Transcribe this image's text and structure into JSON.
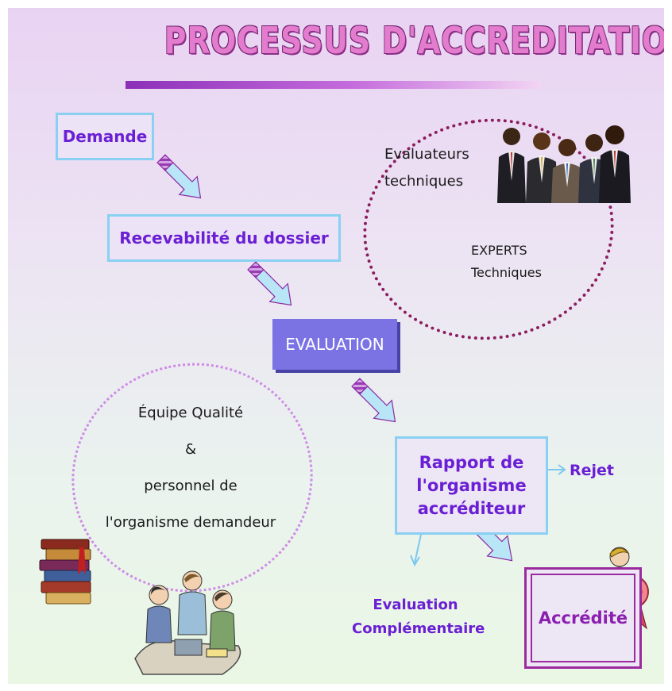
{
  "title": "PROCESSUS D'ACCREDITATION",
  "nodes": {
    "demande": "Demande",
    "recevabilite": "Recevabilité du dossier",
    "evaluation": "EVALUATION",
    "rapport_lines": [
      "Rapport de",
      "l'organisme",
      "accréditeur"
    ],
    "rejet": "Rejet",
    "evaluation_complementaire_lines": [
      "Evaluation",
      "Complémentaire"
    ],
    "accredite": "Accrédité"
  },
  "groups": {
    "evaluateurs_lines": [
      "Evaluateurs",
      "techniques"
    ],
    "experts_lines": [
      "EXPERTS",
      "Techniques"
    ],
    "equipe_lines": [
      "Équipe Qualité",
      "&",
      "personnel de",
      "l'organisme demandeur"
    ]
  },
  "colors": {
    "node_text": "#6a1fd4",
    "node_border": "#8ad0f3",
    "evaluation_fill": "#7b73e4",
    "accredite_border": "#9b2a9e",
    "arrow_fill": "#b9e6f7",
    "arrow_hatch": "#b058c6"
  },
  "icons": [
    "businessmen-clipart",
    "books-clipart",
    "team-meeting-clipart",
    "award-ribbon-clipart"
  ]
}
